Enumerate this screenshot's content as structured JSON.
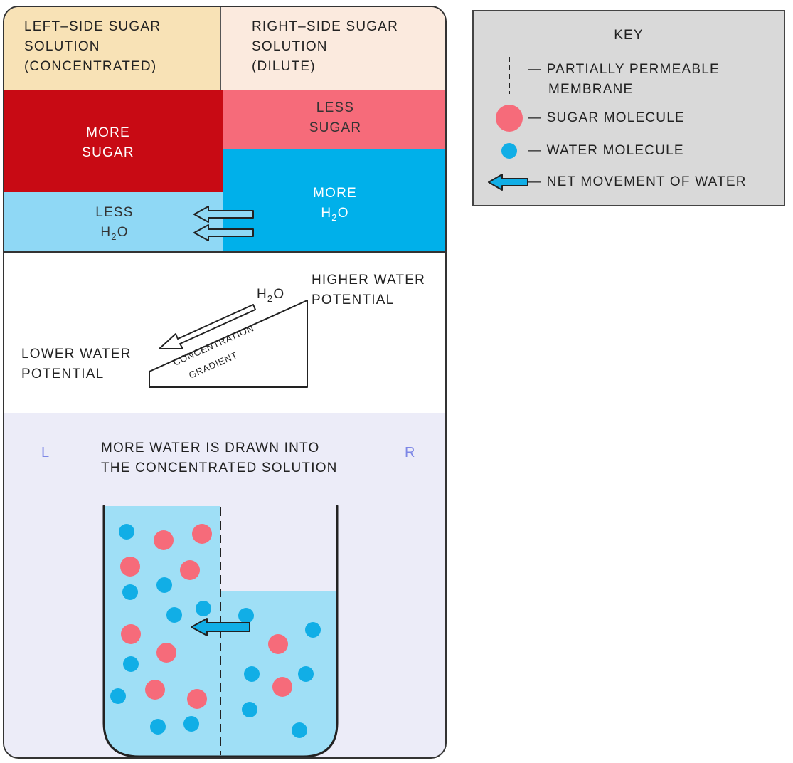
{
  "top": {
    "left_header": [
      "LEFT–SIDE  SUGAR",
      "SOLUTION",
      "(CONCENTRATED)"
    ],
    "right_header": [
      "RIGHT–SIDE  SUGAR",
      "SOLUTION",
      "(DILUTE)"
    ],
    "more_sugar": [
      "MORE",
      "SUGAR"
    ],
    "less_sugar": [
      "LESS",
      "SUGAR"
    ],
    "less_water": "LESS",
    "more_water": "MORE",
    "h2o_h": "H",
    "h2o_sub": "2",
    "h2o_o": "O"
  },
  "gradient": {
    "higher": [
      "HIGHER  WATER",
      "POTENTIAL"
    ],
    "lower": [
      "LOWER  WATER",
      "POTENTIAL"
    ],
    "arrow_label_h": "H",
    "arrow_label_sub": "2",
    "arrow_label_o": "O",
    "wedge_label": [
      "CONCENTRATION",
      "GRADIENT"
    ]
  },
  "beaker": {
    "left_letter": "L",
    "right_letter": "R",
    "caption": [
      "MORE  WATER  IS  DRAWN  INTO",
      "THE  CONCENTRATED  SOLUTION"
    ]
  },
  "key": {
    "title": "KEY",
    "membrane": [
      "— PARTIALLY  PERMEABLE",
      "MEMBRANE"
    ],
    "sugar": "— SUGAR  MOLECULE",
    "water": "— WATER  MOLECULE",
    "movement": "— NET  MOVEMENT  OF  WATER"
  },
  "colors": {
    "concentrated_header": "#f8e2b6",
    "dilute_header": "#fbeade",
    "more_sugar": "#c80a14",
    "less_sugar": "#f66b7a",
    "less_water": "#8fd8f5",
    "more_water": "#00b0ea",
    "sugar_molecule": "#f66b7a",
    "water_molecule": "#11aee6",
    "beaker_section": "#ececf8",
    "beaker_fluid": "#9fdff6",
    "key_bg": "#d9d9d9"
  }
}
